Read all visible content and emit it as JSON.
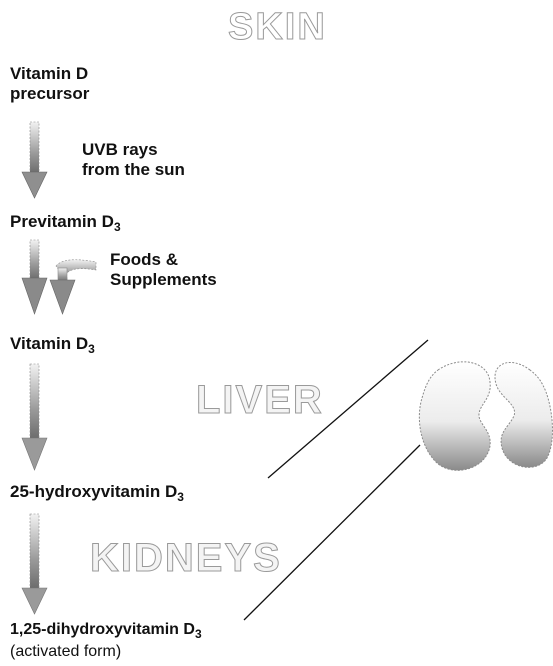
{
  "organs": {
    "skin": "SKIN",
    "liver": "LIVER",
    "kidneys": "KIDNEYS"
  },
  "steps": {
    "precursor_line1": "Vitamin D",
    "precursor_line2": "precursor",
    "uvb_line1": "UVB rays",
    "uvb_line2": "from the sun",
    "previtamin": "Previtamin D",
    "foods_line1": "Foods &",
    "foods_line2": "Supplements",
    "vitamin_d3": "Vitamin D",
    "hydroxy": "25-hydroxyvitamin D",
    "dihydroxy": "1,25-dihydroxyvitamin D",
    "activated": "(activated form)"
  },
  "subscript": "3",
  "colors": {
    "text": "#111111",
    "arrow_gray": "#8a8a8a",
    "outline_gray": "#9a9a9a"
  },
  "icons": [
    "down-arrow-icon",
    "kidney-icon"
  ]
}
